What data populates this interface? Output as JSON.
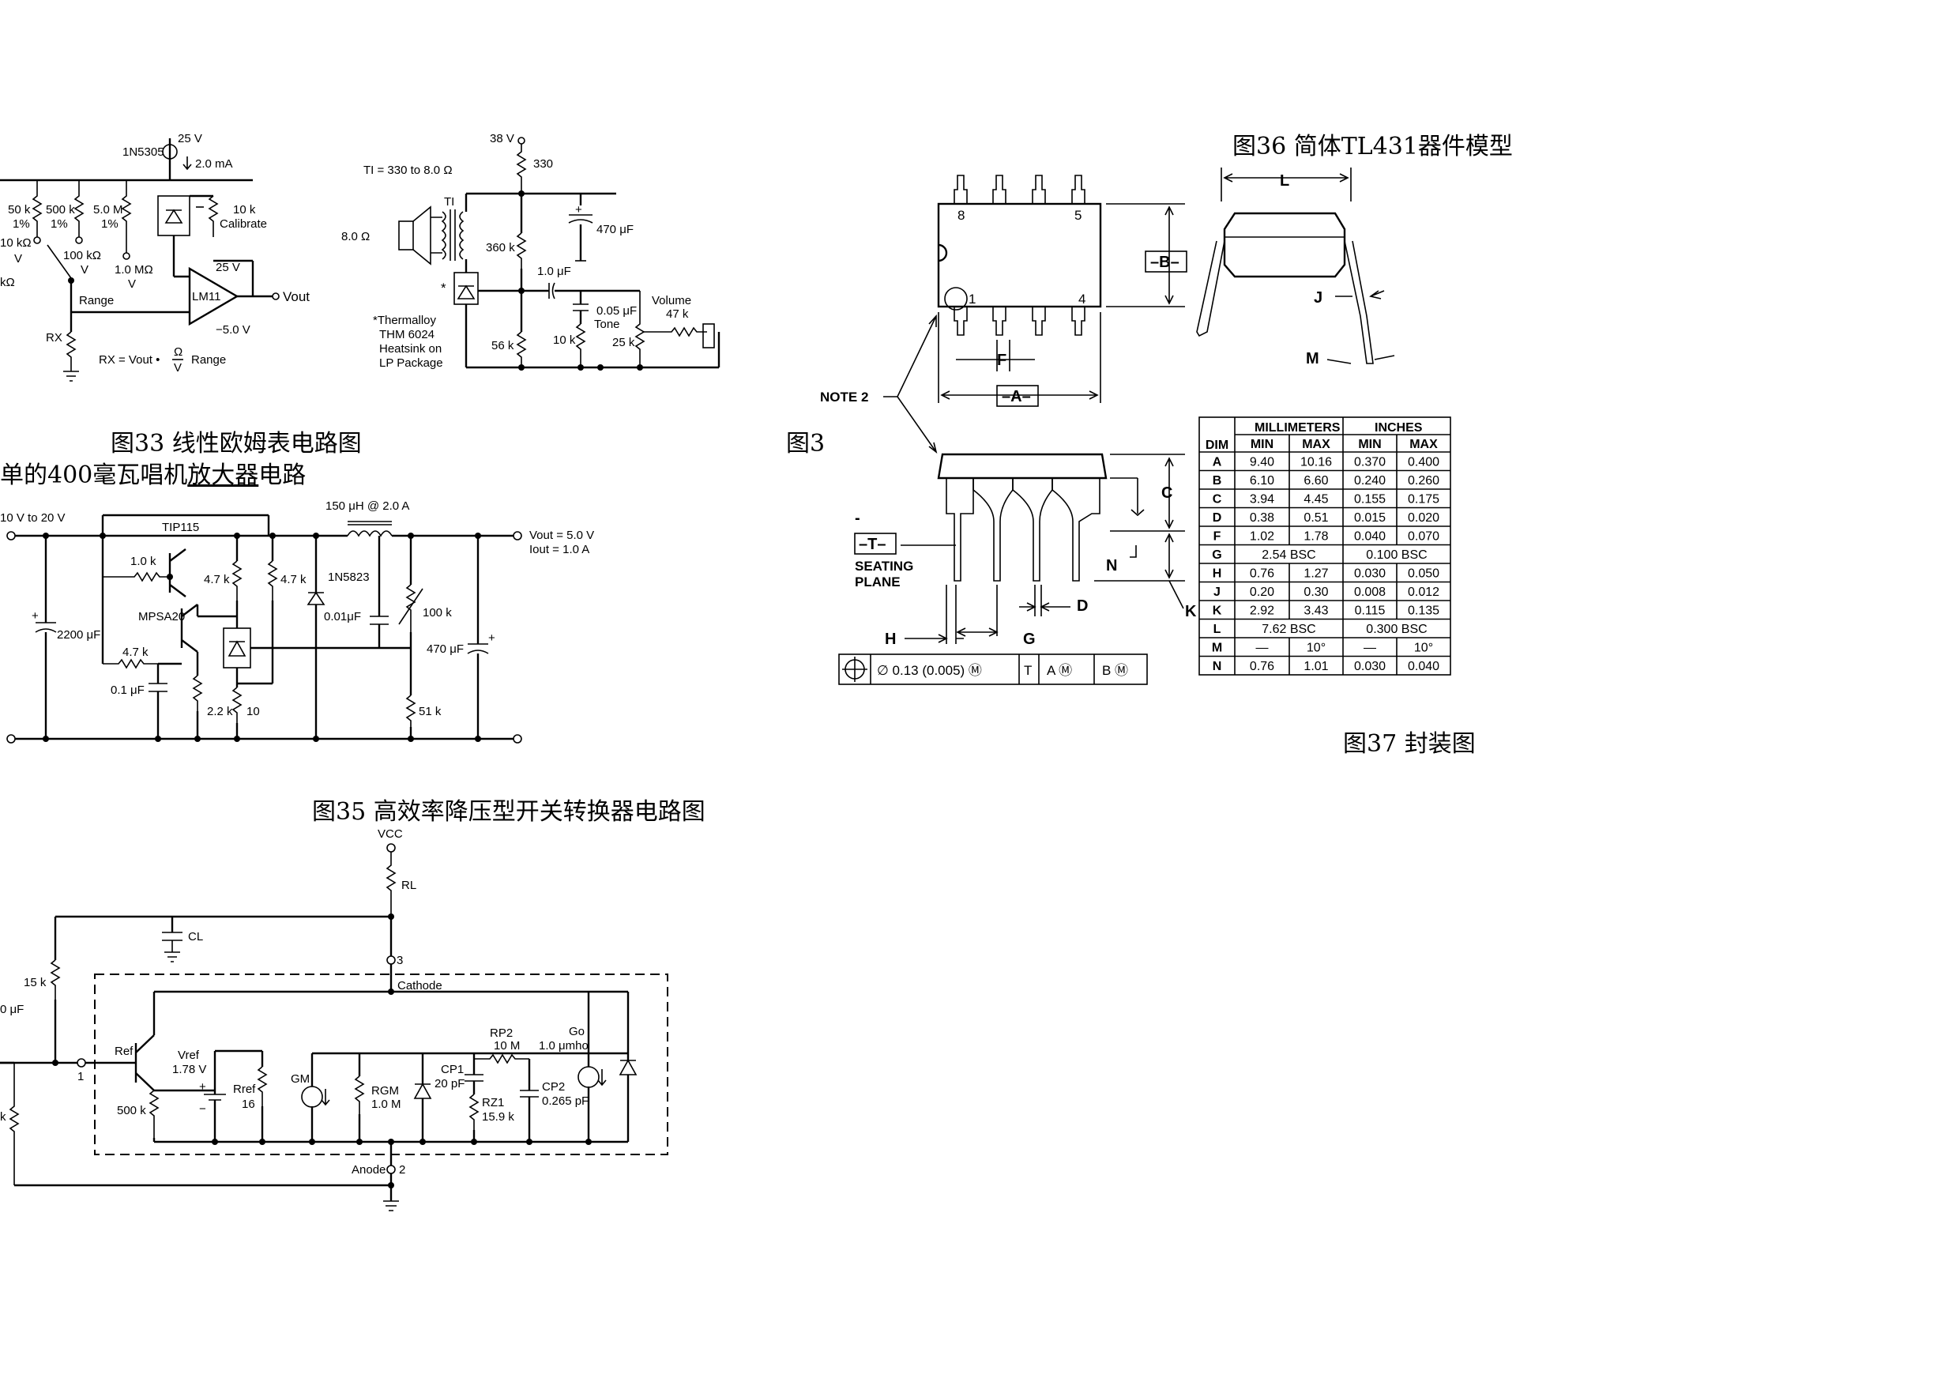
{
  "captions": {
    "fig33": "图33 线性欧姆表电路图",
    "fig34_tail": "单的400毫瓦唱机",
    "fig34_underline": "放大器",
    "fig34_end": "电路",
    "fig35": "图35 高效率降压型开关转换器电路图",
    "fig36": "图36 简体TL431器件模型",
    "fig3x": "图3",
    "fig37": "图37  封装图"
  },
  "ohmmeter": {
    "diode": "1N5305",
    "supply": "25 V",
    "current": "2.0 mA",
    "r1": "50 k",
    "r1tol": "1%",
    "r2": "500 k",
    "r2tol": "1%",
    "r3": "5.0 M",
    "r3tol": "1%",
    "range1": "10 kΩ",
    "range1v": "V",
    "range0": "kΩ",
    "range2": "100 kΩ",
    "range2v": "V",
    "range3": "1.0 MΩ",
    "range3v": "V",
    "pot": "10 k",
    "pot_label": "Calibrate",
    "opamp": "LM11",
    "vplus": "25 V",
    "vminus": "−5.0 V",
    "vout": "Vout",
    "range_label": "Range",
    "rx": "RX",
    "formula": "RX = Vout •",
    "omega": "Ω",
    "v": "V",
    "range_word": "Range"
  },
  "phono": {
    "supply": "38 V",
    "r_top": "330",
    "tl": "TI = 330 to 8.0 Ω",
    "speaker": "8.0 Ω",
    "t": "TI",
    "r360": "360 k",
    "c470": "470 μF",
    "c1": "1.0 μF",
    "r56": "56 k",
    "pot10": "10 k",
    "c005": "0.05 μF",
    "tone": "Tone",
    "vol": "Volume",
    "vol47": "47 k",
    "r25": "25 k",
    "note1": "*Thermalloy",
    "note2": "THM 6024",
    "note3": "Heatsink on",
    "note4": "LP Package",
    "star": "*"
  },
  "buck": {
    "vin": "10 V to 20 V",
    "tip": "TIP115",
    "ind": "150 μH @ 2.0 A",
    "vout": "Vout = 5.0 V",
    "iout": "Iout = 1.0 A",
    "r10k": "1.0 k",
    "r47a": "4.7 k",
    "r47b": "4.7 k",
    "mpsa": "MPSA20",
    "diode": "1N5823",
    "c001": "0.01μF",
    "r100k": "100 k",
    "c2200": "2200 μF",
    "r47c": "4.7 k",
    "c470": "470 μF",
    "c01": "0.1 μF",
    "r22": "2.2 k",
    "r10": "10",
    "r51": "51 k",
    "plus": "+"
  },
  "model": {
    "vcc": "VCC",
    "rl": "RL",
    "cl": "CL",
    "pin3": "3",
    "cathode": "Cathode",
    "r15": "15 k",
    "c_left": "0 μF",
    "ref": "Ref",
    "vref": "Vref",
    "vref_val": "1.78 V",
    "rref": "Rref",
    "rref_val": "16",
    "gm": "GM",
    "rgm": "RGM",
    "rgm_val": "1.0 M",
    "cp1": "CP1",
    "cp1_val": "20 pF",
    "rp2": "RP2",
    "rp2_val": "10 M",
    "rz1": "RZ1",
    "rz1_val": "15.9 k",
    "cp2": "CP2",
    "cp2_val": "0.265 pF",
    "go": "Go",
    "go_val": "1.0 μmho",
    "r500": "500 k",
    "pin1": "1",
    "anode": "Anode",
    "pin2": "2",
    "k_left": "k",
    "plus": "+",
    "minus": "−"
  },
  "package": {
    "pin8": "8",
    "pin5": "5",
    "pin1": "1",
    "pin4": "4",
    "B": "–B–",
    "A": "–A–",
    "T": "–T–",
    "F": "F",
    "L": "L",
    "J": "J",
    "M": "M",
    "C": "C",
    "N": "N",
    "K": "K",
    "H": "H",
    "G": "G",
    "D": "D",
    "note2": "NOTE 2",
    "seating1": "SEATING",
    "seating2": "PLANE",
    "tol": "∅ 0.13 (0.005) Ⓜ",
    "tol_t": "T",
    "tol_a": "A Ⓜ",
    "tol_b": "B Ⓜ",
    "dash": "-"
  },
  "table": {
    "group_mm": "MILLIMETERS",
    "group_in": "INCHES",
    "headers": [
      "DIM",
      "MIN",
      "MAX",
      "MIN",
      "MAX"
    ],
    "rows": [
      [
        "A",
        "9.40",
        "10.16",
        "0.370",
        "0.400"
      ],
      [
        "B",
        "6.10",
        "6.60",
        "0.240",
        "0.260"
      ],
      [
        "C",
        "3.94",
        "4.45",
        "0.155",
        "0.175"
      ],
      [
        "D",
        "0.38",
        "0.51",
        "0.015",
        "0.020"
      ],
      [
        "F",
        "1.02",
        "1.78",
        "0.040",
        "0.070"
      ],
      [
        "G",
        "2.54 BSC",
        "",
        "0.100 BSC",
        ""
      ],
      [
        "H",
        "0.76",
        "1.27",
        "0.030",
        "0.050"
      ],
      [
        "J",
        "0.20",
        "0.30",
        "0.008",
        "0.012"
      ],
      [
        "K",
        "2.92",
        "3.43",
        "0.115",
        "0.135"
      ],
      [
        "L",
        "7.62 BSC",
        "",
        "0.300 BSC",
        ""
      ],
      [
        "M",
        "—",
        "10°",
        "—",
        "10°"
      ],
      [
        "N",
        "0.76",
        "1.01",
        "0.030",
        "0.040"
      ]
    ]
  }
}
